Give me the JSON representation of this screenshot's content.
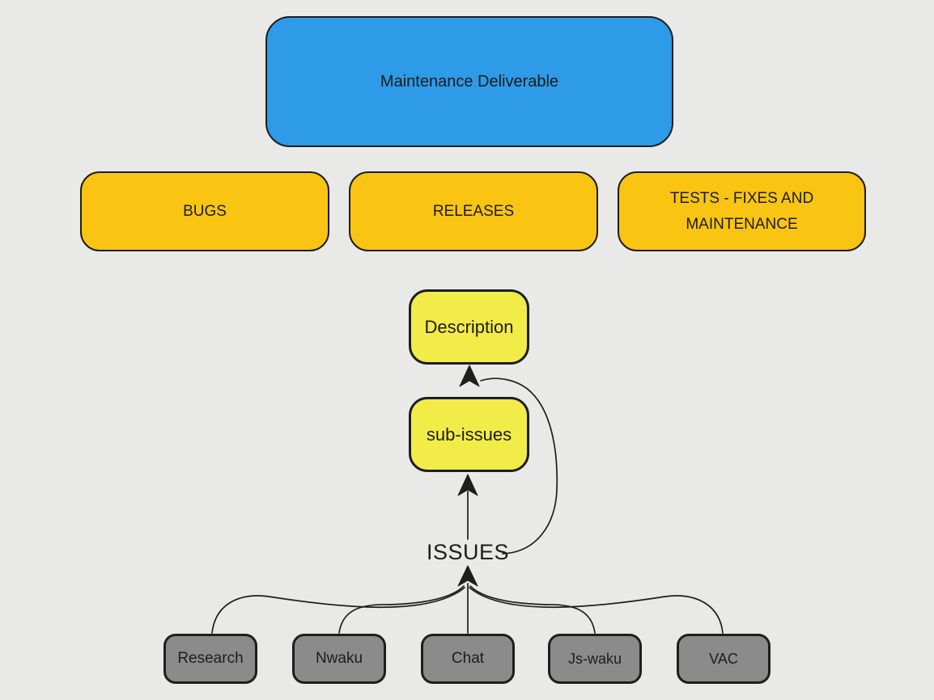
{
  "diagram": {
    "root": {
      "label": "Maintenance Deliverable"
    },
    "categories": [
      {
        "label": "BUGS"
      },
      {
        "label": "RELEASES"
      },
      {
        "label": "TESTS - FIXES AND MAINTENANCE"
      }
    ],
    "details": [
      {
        "label": "Description"
      },
      {
        "label": "sub-issues"
      }
    ],
    "hub_label": "ISSUES",
    "sources": [
      {
        "label": "Research"
      },
      {
        "label": "Nwaku"
      },
      {
        "label": "Chat"
      },
      {
        "label": "Js-waku"
      },
      {
        "label": "VAC"
      }
    ],
    "colors": {
      "canvas_background": "#E9E9E8",
      "root_fill": "#2E9BE8",
      "category_fill": "#F9C412",
      "detail_fill": "#F2EC49",
      "source_fill": "#8B8B8B",
      "stroke": "#1E1E1E"
    }
  }
}
